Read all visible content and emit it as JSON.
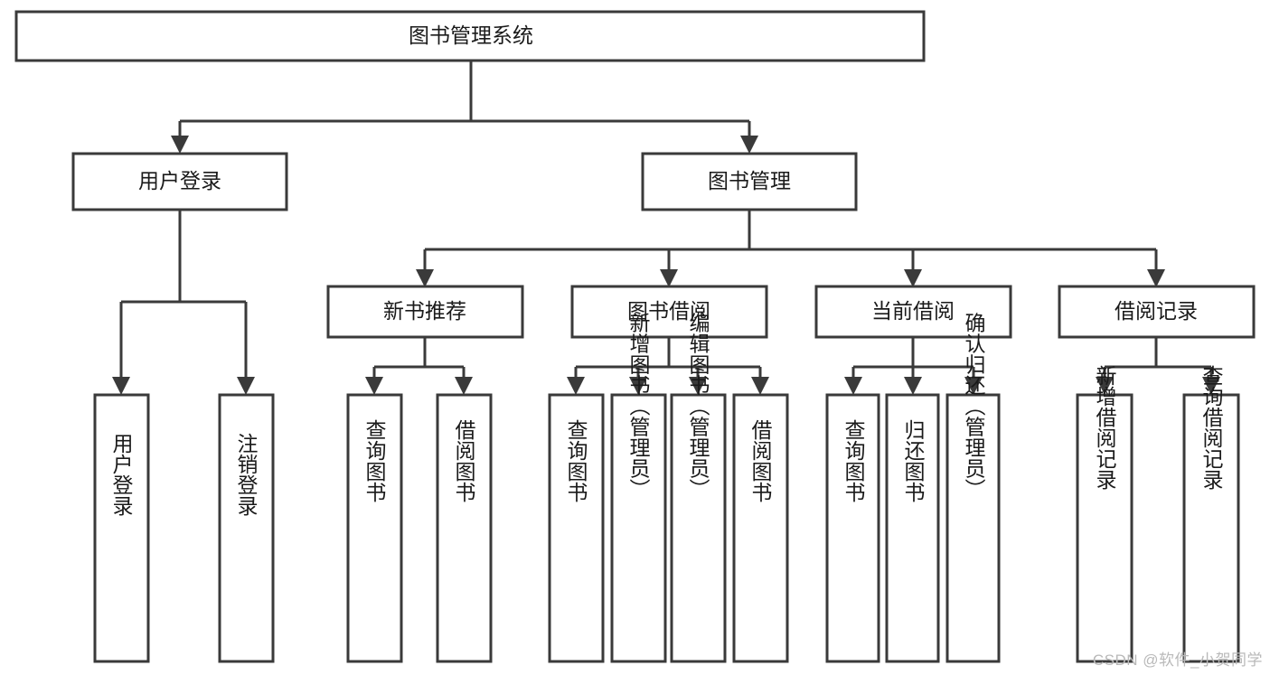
{
  "diagram": {
    "type": "tree-hierarchy",
    "title": "图书管理系统",
    "watermark": "CSDN @软件_小贺同学",
    "colors": {
      "box_stroke": "#3a3a3a",
      "box_fill": "#ffffff",
      "text": "#1a1a1a",
      "background": "#ffffff",
      "watermark": "#b9b9b9"
    },
    "levels": {
      "root": {
        "label": "图书管理系统"
      },
      "level2": [
        {
          "label": "用户登录"
        },
        {
          "label": "图书管理"
        }
      ],
      "level3": [
        {
          "label": "新书推荐"
        },
        {
          "label": "图书借阅"
        },
        {
          "label": "当前借阅"
        },
        {
          "label": "借阅记录"
        }
      ],
      "leaves": {
        "用户登录": [
          {
            "label": "用户登录"
          },
          {
            "label": "注销登录"
          }
        ],
        "新书推荐": [
          {
            "label": "查询图书"
          },
          {
            "label": "借阅图书"
          }
        ],
        "图书借阅": [
          {
            "label": "查询图书"
          },
          {
            "label": "新增图书（管理员）"
          },
          {
            "label": "编辑图书（管理员）"
          },
          {
            "label": "借阅图书"
          }
        ],
        "当前借阅": [
          {
            "label": "查询图书"
          },
          {
            "label": "归还图书"
          },
          {
            "label": "确认归还（管理员）"
          }
        ],
        "借阅记录": [
          {
            "label": "新增借阅记录"
          },
          {
            "label": "查询借阅记录"
          }
        ]
      }
    },
    "nodes": {
      "root": "图书管理系统",
      "n_user_login": "用户登录",
      "n_book_mgmt": "图书管理",
      "n_new_book": "新书推荐",
      "n_borrow": "图书借阅",
      "n_current": "当前借阅",
      "n_record": "借阅记录",
      "l_user_login": "用户登录",
      "l_logout": "注销登录",
      "l_nb_query": "查询图书",
      "l_nb_borrow": "借阅图书",
      "l_bw_query": "查询图书",
      "l_bw_add": "新增图书（管理员）",
      "l_bw_edit": "编辑图书（管理员）",
      "l_bw_borrow": "借阅图书",
      "l_cur_query": "查询图书",
      "l_cur_return": "归还图书",
      "l_cur_confirm": "确认归还（管理员）",
      "l_rec_add": "新增借阅记录",
      "l_rec_query": "查询借阅记录"
    }
  }
}
